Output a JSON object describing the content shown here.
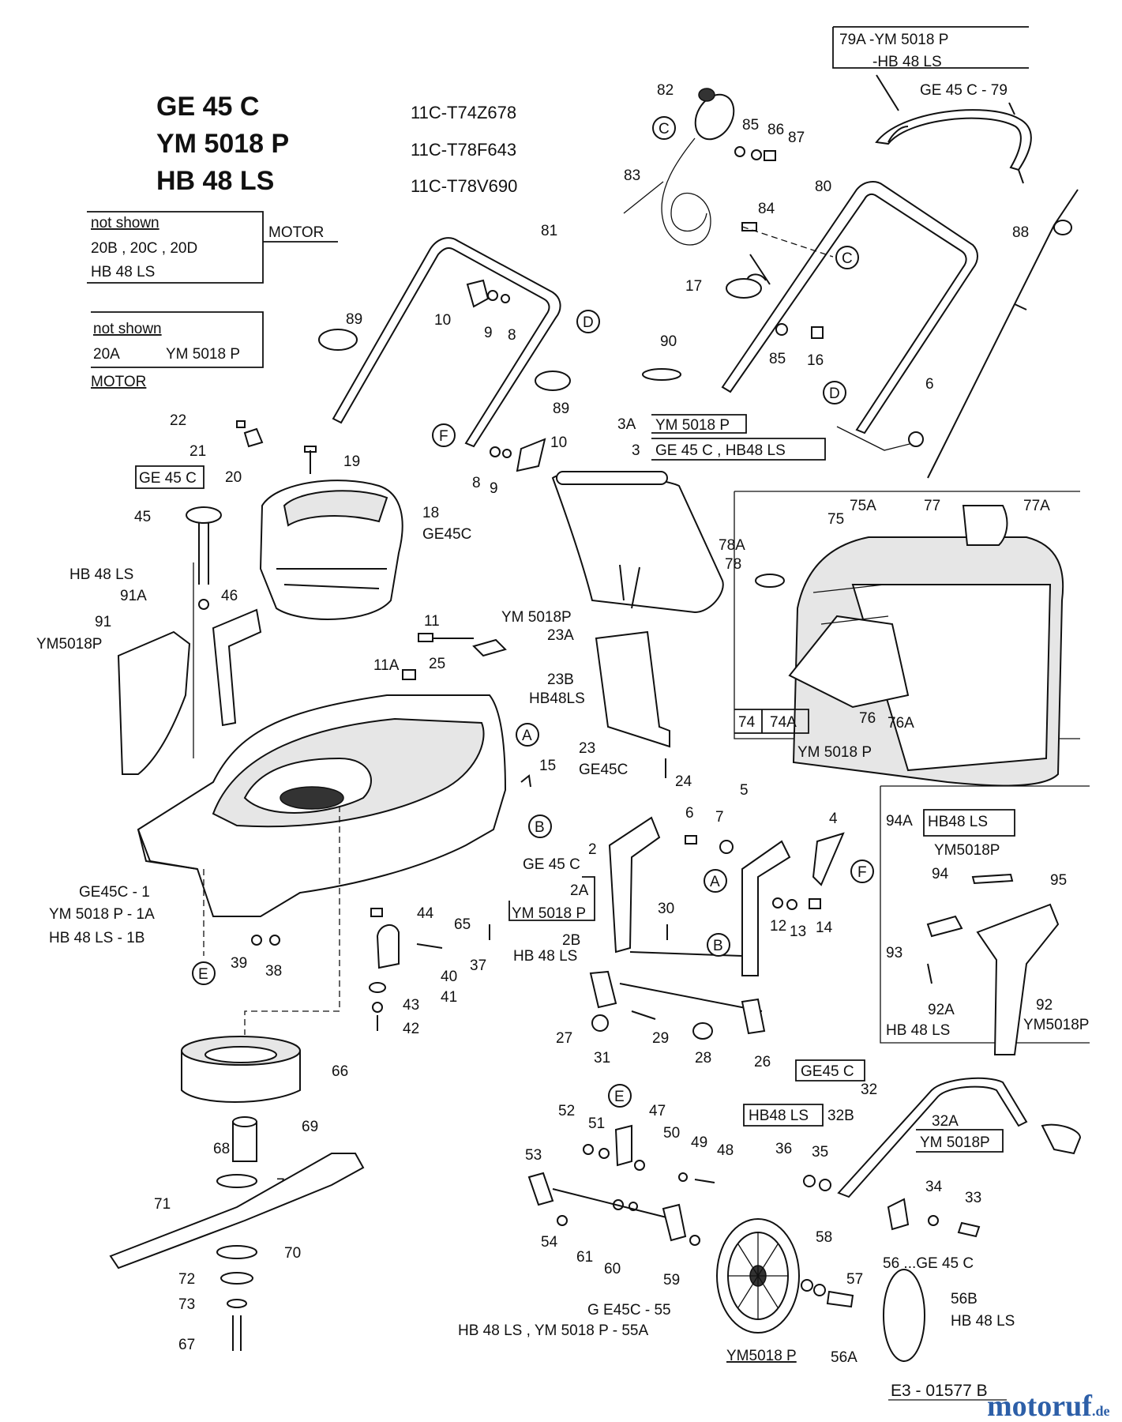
{
  "models": [
    {
      "name": "GE 45 C",
      "code": "11C-T74Z678"
    },
    {
      "name": "YM 5018 P",
      "code": "11C-T78F643"
    },
    {
      "name": "HB 48 LS",
      "code": "11C-T78V690"
    }
  ],
  "notes": {
    "note1_title": "not shown",
    "note1_line1": "20B , 20C , 20D",
    "note1_line2": "HB 48 LS",
    "note1_tag": "MOTOR",
    "note2_title": "not shown",
    "note2_line1a": "20A",
    "note2_line1b": "YM 5018 P",
    "note2_tag": "MOTOR"
  },
  "boxes": {
    "b79a_1": "79A -YM 5018 P",
    "b79a_2": "-HB 48 LS",
    "b79": "GE 45 C -  79",
    "b3a": "YM 5018 P",
    "b3": "GE 45 C , HB48 LS",
    "bge45c": "GE 45 C",
    "b74": "74",
    "b74a": "74A",
    "b74text": "YM 5018 P",
    "b94a": "HB48 LS",
    "b2a": "YM 5018 P",
    "b32ge": "GE45 C",
    "b32hb": "HB48 LS",
    "b32a": "YM 5018P",
    "b56b_ym": "YM5018 P"
  },
  "labels": {
    "l82": "82",
    "l85a": "85",
    "l86": "86",
    "l87": "87",
    "l83": "83",
    "l84": "84",
    "l80": "80",
    "l88": "88",
    "l81": "81",
    "l89a": "89",
    "l10a": "10",
    "l9a": "9",
    "l8a": "8",
    "l17": "17",
    "l85b": "85",
    "l16": "16",
    "l90": "90",
    "l89b": "89",
    "l6a": "6",
    "l22": "22",
    "l21": "21",
    "l19": "19",
    "l10b": "10",
    "l8b": "8",
    "l9b": "9",
    "l20": "20",
    "l18": "18",
    "l18b": "GE45C",
    "l45": "45",
    "l46": "46",
    "l91a": "91A",
    "l91a_hb": "HB 48 LS",
    "l91": "91",
    "l91ym": "YM5018P",
    "l3a": "3A",
    "l3": "3",
    "l75a": "75A",
    "l77": "77",
    "l77a": "77A",
    "l75": "75",
    "l78a": "78A",
    "l78": "78",
    "l76": "76",
    "l76a": "76A",
    "l11": "11",
    "l25": "25",
    "l11a": "11A",
    "l23a_ym": "YM 5018P",
    "l23a": "23A",
    "l23b": "23B",
    "l23b_hb": "HB48LS",
    "l23": "23",
    "l23ge": "GE45C",
    "l24": "24",
    "l15": "15",
    "l5": "5",
    "l4": "4",
    "l6b": "6",
    "l7": "7",
    "l2": "2",
    "l2ge": "GE 45 C",
    "l2a": "2A",
    "l2b": "2B",
    "l2b_hb": "HB 48 LS",
    "l30": "30",
    "l12": "12",
    "l13": "13",
    "l14": "14",
    "l94a": "94A",
    "l94ym": "YM5018P",
    "l94": "94",
    "l95": "95",
    "l93": "93",
    "l92a": "92A",
    "l92a_hb": "HB 48 LS",
    "l92": "92",
    "l92ym": "YM5018P",
    "l1ge": "GE45C - 1",
    "l1ym": "YM 5018 P - 1A",
    "l1hb": "HB 48 LS  - 1B",
    "l44": "44",
    "l65": "65",
    "l37": "37",
    "l40": "40",
    "l41": "41",
    "l43": "43",
    "l42": "42",
    "l39": "39",
    "l38": "38",
    "l27": "27",
    "l29": "29",
    "l31": "31",
    "l28": "28",
    "l26": "26",
    "l66": "66",
    "l69": "69",
    "l68": "68",
    "l70a": "70",
    "l71": "71",
    "l70b": "70",
    "l72": "72",
    "l73": "73",
    "l67": "67",
    "l52": "52",
    "l51": "51",
    "l47": "47",
    "l50": "50",
    "l49": "49",
    "l48": "48",
    "l53": "53",
    "l54": "54",
    "l61": "61",
    "l60": "60",
    "l59": "59",
    "l58": "58",
    "l57": "57",
    "l55": "G E45C - 55",
    "l55a": "HB 48 LS , YM 5018 P - 55A",
    "l32": "32",
    "l32b": "32B",
    "l32a": "32A",
    "l36": "36",
    "l35": "35",
    "l34": "34",
    "l33": "33",
    "l56": "56 ...GE 45 C",
    "l56b": "56B",
    "l56b_hb": "HB 48 LS",
    "l56a": "56A"
  },
  "callouts": {
    "A": "A",
    "B": "B",
    "C": "C",
    "D": "D",
    "E": "E",
    "F": "F"
  },
  "drawing_number": "E3 - 01577 B",
  "brand": {
    "name": "motoruf",
    "suffix": ".de"
  }
}
